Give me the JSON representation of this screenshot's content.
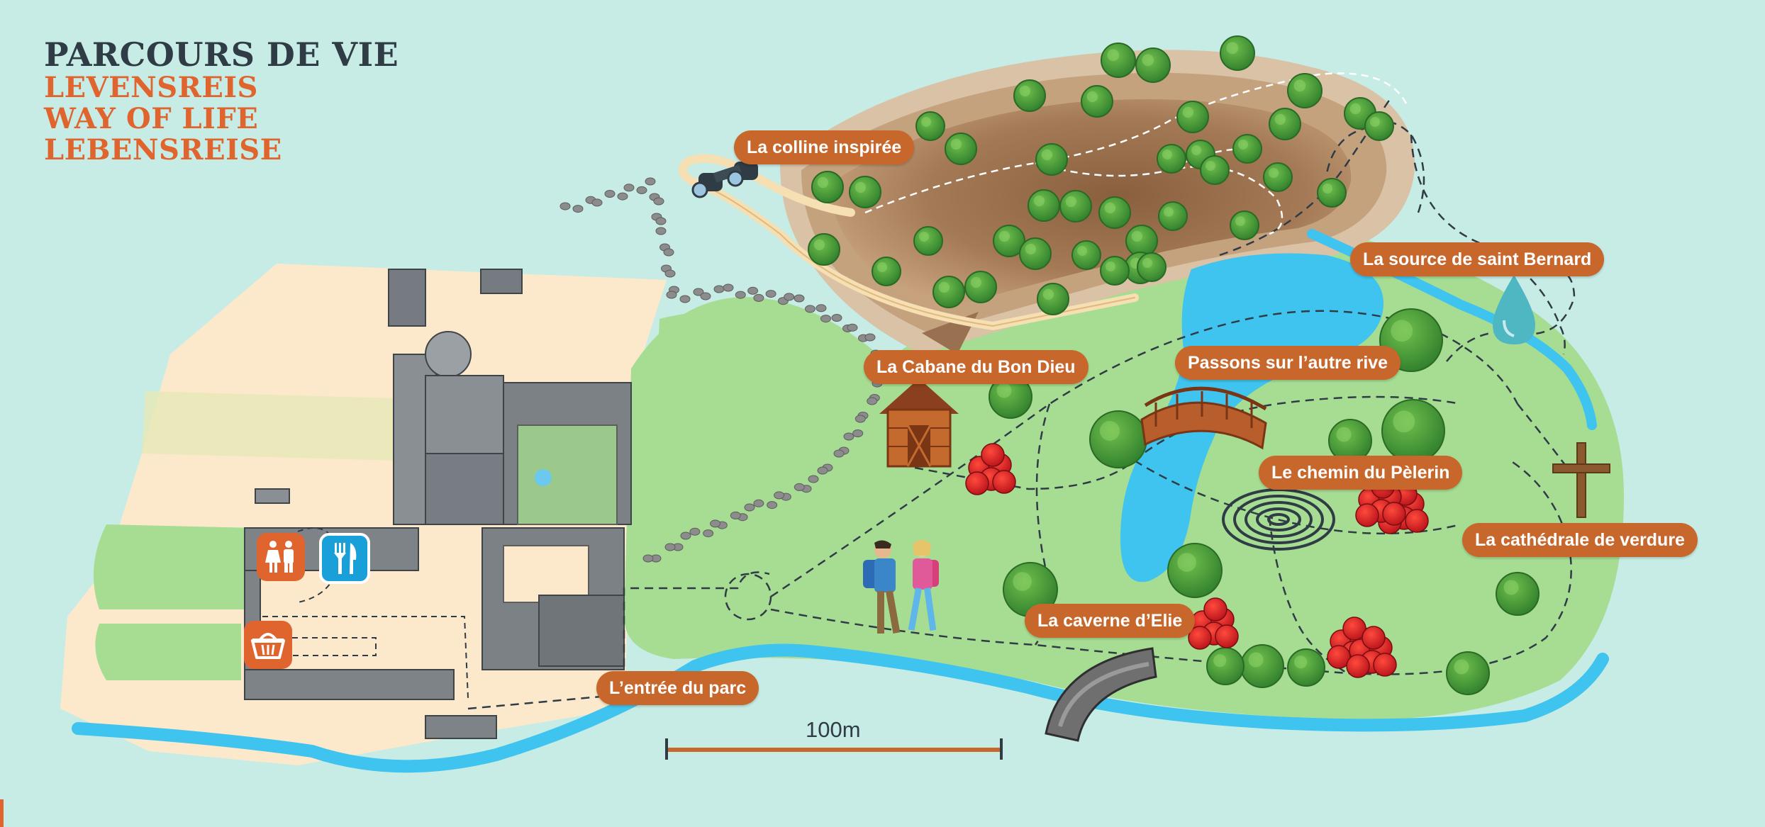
{
  "title": {
    "main": "PARCOURS DE VIE",
    "translations": [
      "LEVENSREIS",
      "WAY OF LIFE",
      "LEBENSREISE"
    ]
  },
  "places": [
    {
      "id": "colline",
      "label": "La colline inspirée"
    },
    {
      "id": "source",
      "label": "La source de saint Bernard"
    },
    {
      "id": "cabane",
      "label": "La Cabane du Bon Dieu"
    },
    {
      "id": "rive",
      "label": "Passons sur l’autre rive"
    },
    {
      "id": "pelerin",
      "label": "Le chemin du Pèlerin"
    },
    {
      "id": "cathedrale",
      "label": "La cathédrale de verdure"
    },
    {
      "id": "caverne",
      "label": "La caverne d’Elie"
    },
    {
      "id": "entree",
      "label": "L’entrée du parc"
    }
  ],
  "scale": {
    "label": "100m"
  },
  "facilities": [
    {
      "id": "toilets",
      "icon": "toilets-icon",
      "color": "#e0642e"
    },
    {
      "id": "restaurant",
      "icon": "cutlery-icon",
      "color": "#1aa0d8"
    },
    {
      "id": "shop",
      "icon": "basket-icon",
      "color": "#e0642e"
    }
  ],
  "colors": {
    "background": "#c6ece5",
    "label": "#c8672b",
    "water": "#3fc3ef",
    "grass": "#a6dd93",
    "sand": "#fce9cc",
    "hill": "#9a7150",
    "title": "#2f3c45",
    "accent": "#e0642e"
  }
}
